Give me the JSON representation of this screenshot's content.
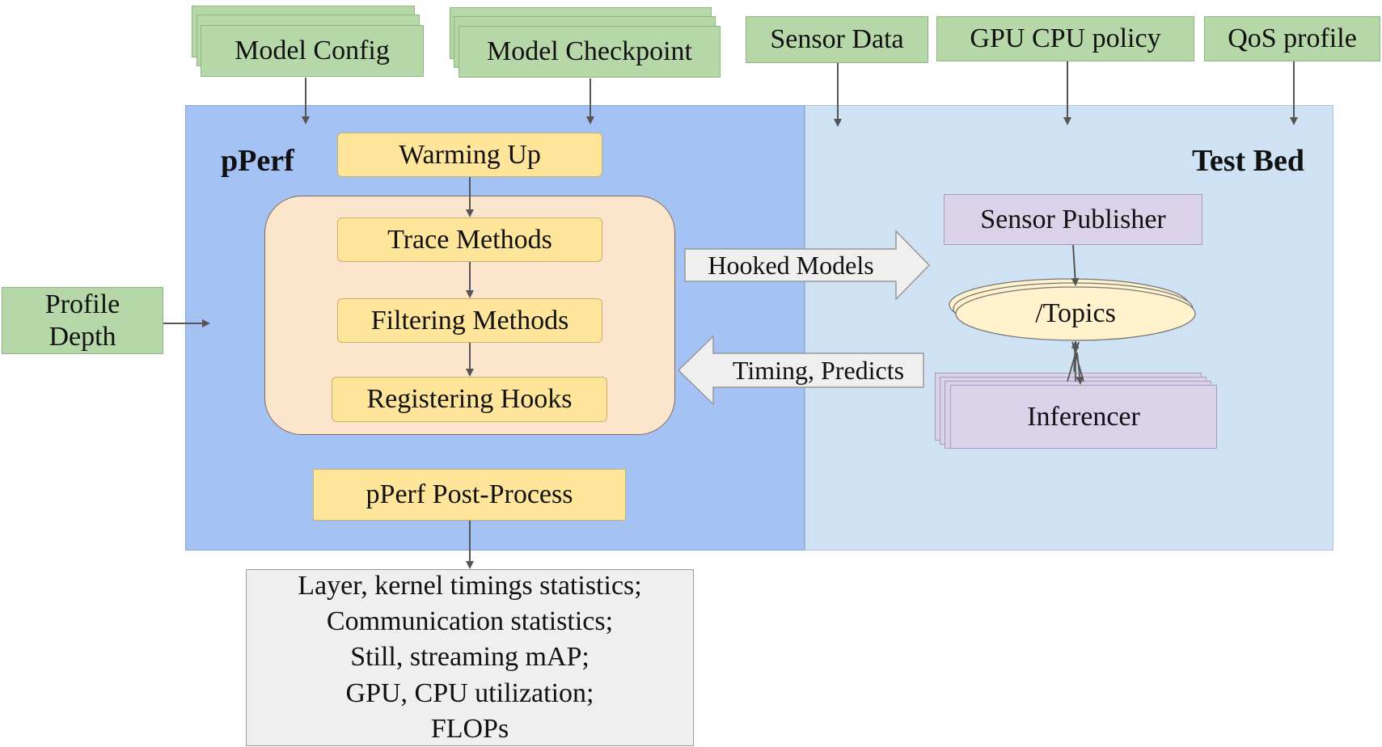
{
  "inputs": {
    "model_config": "Model Config",
    "model_checkpoint": "Model Checkpoint",
    "sensor_data": "Sensor Data",
    "gpu_cpu_policy": "GPU CPU policy",
    "qos_profile": "QoS profile",
    "profile_depth_line1": "Profile",
    "profile_depth_line2": "Depth"
  },
  "pperf": {
    "title": "pPerf",
    "warming_up": "Warming Up",
    "trace_methods": "Trace Methods",
    "filtering_methods": "Filtering Methods",
    "registering_hooks": "Registering Hooks",
    "post_process": "pPerf Post-Process"
  },
  "testbed": {
    "title": "Test Bed",
    "sensor_publisher": "Sensor Publisher",
    "topics": "/Topics",
    "inferencer": "Inferencer"
  },
  "arrows": {
    "hooked_models": "Hooked Models",
    "timing_predicts": "Timing, Predicts"
  },
  "outputs": [
    "Layer, kernel timings statistics;",
    "Communication statistics;",
    "Still, streaming mAP;",
    "GPU, CPU utilization;",
    "FLOPs"
  ],
  "colors": {
    "pperf_bg": "#a4c2f4",
    "testbed_bg": "#cfe2f3",
    "input_green": "#b6d7a8",
    "step_yellow": "#ffe599",
    "group_peach": "#fce5cd",
    "node_purple": "#d9d2e9",
    "output_gray": "#efefef"
  }
}
